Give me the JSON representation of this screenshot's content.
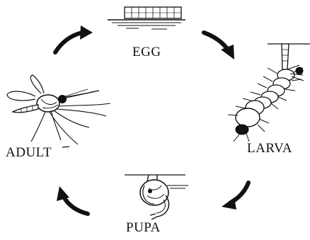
{
  "labels": {
    "egg": "EGG",
    "larva": "LARVA",
    "pupa": "PUPA",
    "adult": "ADULT"
  },
  "colors": {
    "ink": "#111111",
    "background": "#ffffff"
  },
  "icons": [
    "egg-raft-icon",
    "larva-icon",
    "pupa-icon",
    "adult-mosquito-icon",
    "cycle-arrow-icon"
  ]
}
